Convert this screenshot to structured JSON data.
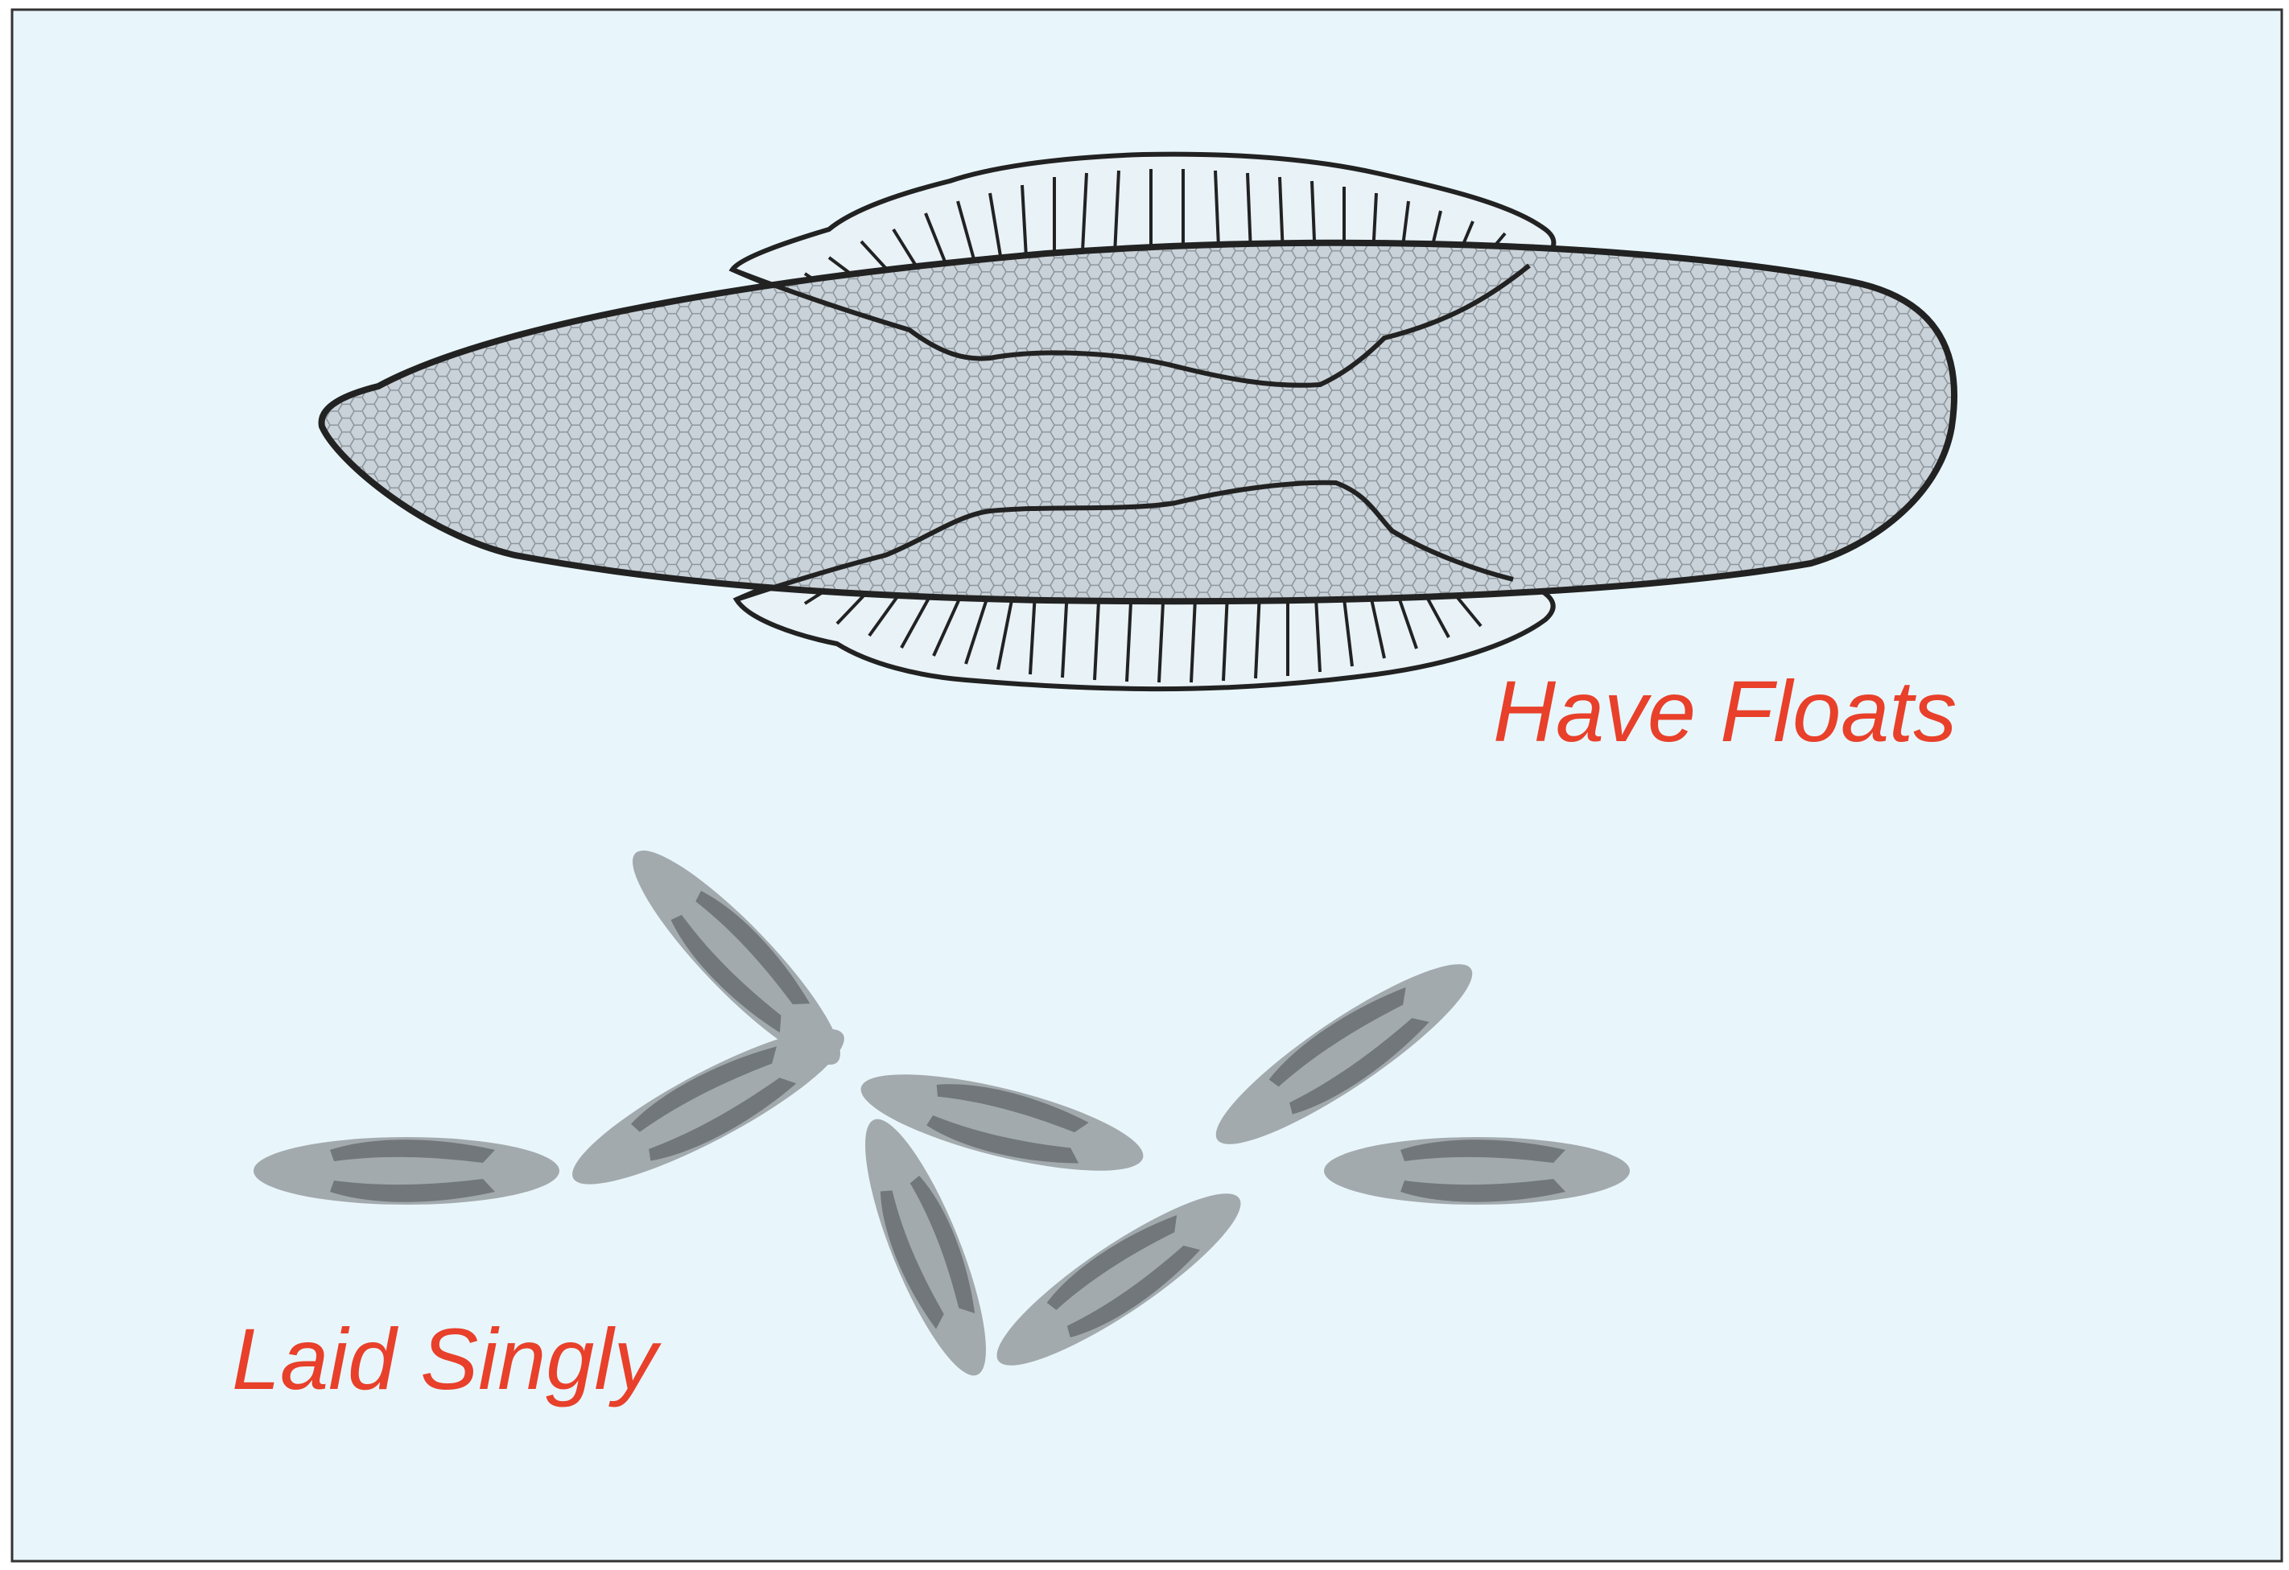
{
  "labels": {
    "have_floats": "Have Floats",
    "laid_singly": "Laid Singly"
  },
  "colors": {
    "background": "#e8f6fc",
    "border": "#333333",
    "label": "#e8402a",
    "egg_fill": "#c9d2d8",
    "egg_outline": "#222222",
    "float_fill": "#e8f2f7",
    "single_egg_outer": "#a3aaae",
    "single_egg_inner": "#71777b"
  },
  "icons": {
    "egg_with_floats": "anopheles-egg-with-floats-illustration",
    "single_egg": "single-egg-illustration"
  },
  "single_eggs_count": 8
}
